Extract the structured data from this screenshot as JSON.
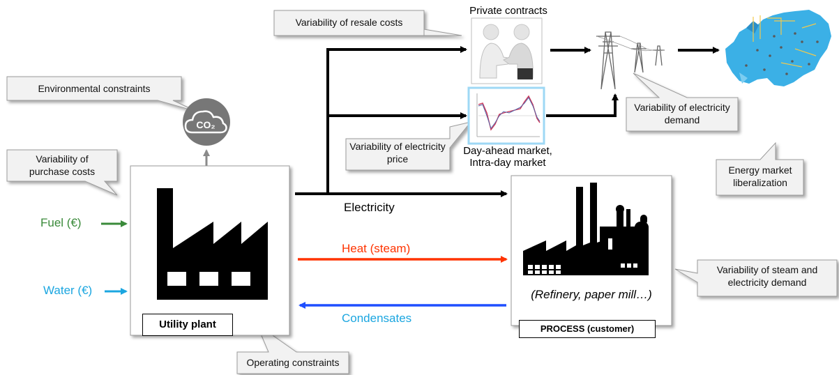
{
  "callouts": {
    "resale": "Variability of resale costs",
    "environmental": "Environmental constraints",
    "purchase": "Variability of purchase costs",
    "price": "Variability of electricity price",
    "demand": "Variability of electricity demand",
    "liberalization": "Energy market liberalization",
    "steam_demand": "Variability of steam and electricity demand",
    "operating": "Operating constraints"
  },
  "labels": {
    "private_contracts": "Private contracts",
    "markets": "Day-ahead market, Intra-day market",
    "electricity": "Electricity",
    "heat": "Heat (steam)",
    "condensates": "Condensates",
    "fuel": "Fuel (€)",
    "water": "Water (€)",
    "co2": "CO₂",
    "process_examples": "(Refinery, paper mill…)"
  },
  "boxes": {
    "utility_plant": "Utility plant",
    "process": "PROCESS (customer)"
  },
  "colors": {
    "heat": "#ff3300",
    "condensates": "#1f4fff",
    "condensates_label": "#1ba6e0",
    "fuel": "#3a8a3a",
    "water": "#1ba6e0",
    "co2_circle": "#777777",
    "europe_map": "#3bb0e6"
  },
  "icons": [
    "cloud-co2-icon",
    "factory-icon",
    "refinery-icon",
    "handshake-icon",
    "price-chart-icon",
    "power-pylon-icon",
    "europe-map-icon"
  ]
}
